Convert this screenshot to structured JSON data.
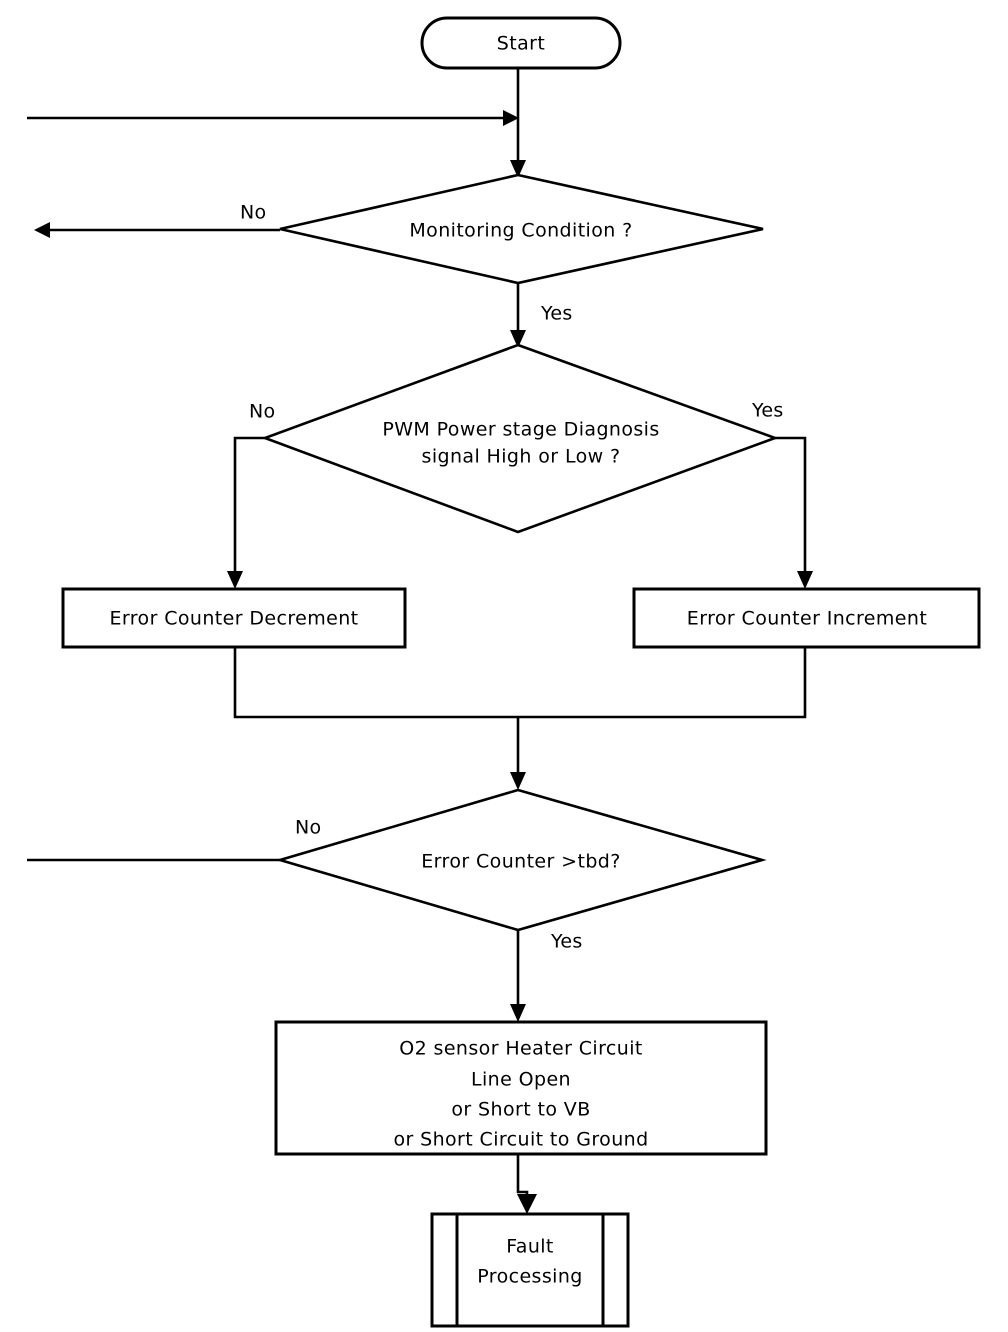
{
  "diagram": {
    "type": "flowchart",
    "title_visible": false,
    "background_color": "#ffffff",
    "line_color": "#000000",
    "nodes": {
      "start": {
        "shape": "terminator",
        "label": "Start"
      },
      "monitoring_condition": {
        "shape": "decision",
        "label": "Monitoring Condition ?"
      },
      "pwm_diagnosis": {
        "shape": "decision",
        "label_line1": "PWM Power stage Diagnosis",
        "label_line2": "signal High or Low ?"
      },
      "error_counter_decrement": {
        "shape": "process",
        "label": "Error Counter Decrement"
      },
      "error_counter_increment": {
        "shape": "process",
        "label": "Error Counter Increment"
      },
      "error_counter_threshold": {
        "shape": "decision",
        "label": "Error Counter >tbd?"
      },
      "fault_description": {
        "shape": "process",
        "label_line1": "O2 sensor Heater Circuit",
        "label_line2": "Line Open",
        "label_line3": "or Short to VB",
        "label_line4": "or Short Circuit to Ground"
      },
      "fault_processing": {
        "shape": "predefined-process",
        "label_line1": "Fault",
        "label_line2": "Processing"
      }
    },
    "edge_labels": {
      "monitoring_no": "No",
      "monitoring_yes": "Yes",
      "pwm_no": "No",
      "pwm_yes": "Yes",
      "threshold_no": "No",
      "threshold_yes": "Yes"
    }
  }
}
